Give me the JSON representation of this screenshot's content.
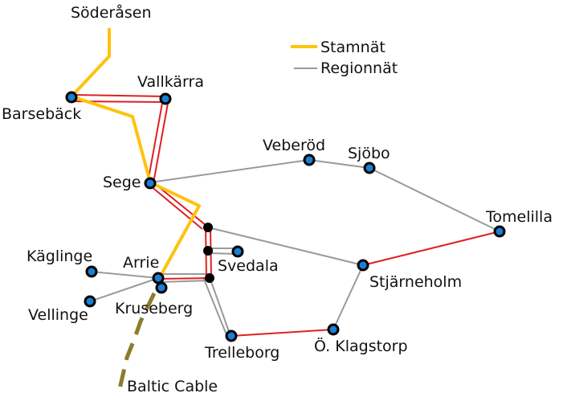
{
  "colors": {
    "stamnat": "#ffc20e",
    "regionnat": "#9a9a9a",
    "red": "#e02020",
    "node_fill": "#1b7fd4",
    "node_stroke": "#000000",
    "junction": "#000000",
    "cable": "#8b7d2a"
  },
  "legend": {
    "stamnat": "Stamnät",
    "regionnat": "Regionnät"
  },
  "labels": {
    "soderasen": "Söderåsen",
    "barseback": "Barsebäck",
    "vallkarra": "Vallkärra",
    "sege": "Sege",
    "veberod": "Veberöd",
    "sjobo": "Sjöbo",
    "tomelilla": "Tomelilla",
    "kaglinge": "Käglinge",
    "arrie": "Arrie",
    "svedala": "Svedala",
    "stjarneholm": "Stjärneholm",
    "vellinge": "Vellinge",
    "kruseberg": "Kruseberg",
    "trelleborg": "Trelleborg",
    "klagstorp": "Ö. Klagstorp",
    "baltic_cable": "Baltic Cable"
  }
}
